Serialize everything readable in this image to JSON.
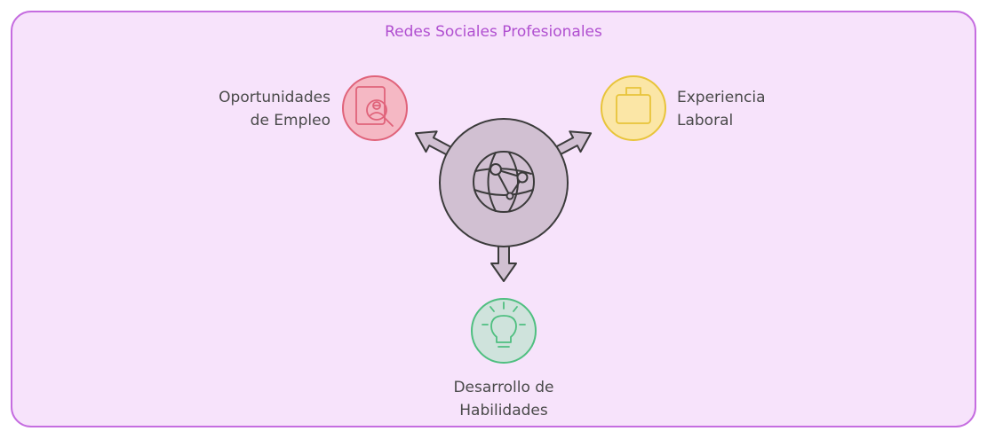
{
  "title": "Redes Sociales Profesionales",
  "center": {
    "icon": "globe-network-icon"
  },
  "nodes": {
    "empleo": {
      "lines": [
        "Oportunidades",
        "de Empleo"
      ],
      "icon": "job-search-icon",
      "fill": "#f5b8c4",
      "stroke": "#e0637a"
    },
    "experiencia": {
      "lines": [
        "Experiencia",
        "Laboral"
      ],
      "icon": "briefcase-icon",
      "fill": "#fbe6a6",
      "stroke": "#e8c43a"
    },
    "habilidades": {
      "lines": [
        "Desarrollo de",
        "Habilidades"
      ],
      "icon": "lightbulb-icon",
      "fill": "#cfe3dc",
      "stroke": "#4fbf80"
    }
  },
  "colors": {
    "frame_fill": "#f7e3fb",
    "frame_stroke": "#c56de0",
    "center_fill": "#d1c0d2",
    "line": "#3b3b3b",
    "title": "#b04fd0"
  }
}
